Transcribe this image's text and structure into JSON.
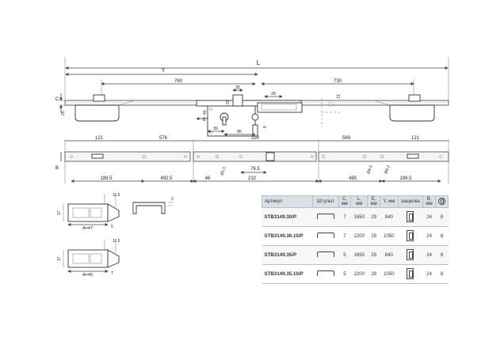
{
  "dimensions": {
    "L": "L",
    "Y": "Y",
    "d760": "760",
    "d730": "730",
    "d35": "35",
    "d28": "28",
    "C": "C",
    "d25": "25",
    "d20": "20",
    "d40": "40",
    "E": "E",
    "d39": "39",
    "d85": "85",
    "d8": "8",
    "d12": "12",
    "d121a": "121",
    "d576": "576",
    "d224": "224",
    "d569": "569",
    "d121b": "121",
    "B": "B",
    "d189a": "189.5",
    "d492": "492.5",
    "d46": "46",
    "d765": "76.5",
    "d232": "232",
    "d485": "485",
    "d189b": "189.5",
    "dia55": "Ø5.5",
    "dia82a": "Ø8.2",
    "dia82b": "Ø8.2"
  },
  "details": {
    "top": {
      "w": "11.5",
      "h": "17",
      "a": "A=47",
      "d5": "5"
    },
    "bottom": {
      "w": "11.5",
      "h": "17",
      "a": "A=45",
      "d7": "7"
    },
    "profile": {
      "d2": "2"
    }
  },
  "table": {
    "headers": {
      "article": "Артикул",
      "handle": "Штульп",
      "c": "C,",
      "c_unit": "мм",
      "l": "L,",
      "l_unit": "мм",
      "e": "E,",
      "e_unit": "мм",
      "y": "Y, мм",
      "latch": "защелка",
      "b": "B,",
      "b_unit": "мм"
    },
    "rows": [
      {
        "article": "STB3149.30/P",
        "c": "7",
        "l": "1650",
        "e": "29",
        "y": "840",
        "b": "24",
        "qty": "8"
      },
      {
        "article": "STB3149.30.10/P",
        "c": "7",
        "l": "2200",
        "e": "29",
        "y": "1050",
        "b": "24",
        "qty": "8"
      },
      {
        "article": "STB3149.35/P",
        "c": "5",
        "l": "1650",
        "e": "29",
        "y": "840",
        "b": "24",
        "qty": "8"
      },
      {
        "article": "STB3149.35.10/P",
        "c": "5",
        "l": "2200",
        "e": "29",
        "y": "1050",
        "b": "24",
        "qty": "8"
      }
    ]
  },
  "icons": [
    "handle-icon",
    "latch-icon",
    "globe-icon"
  ]
}
